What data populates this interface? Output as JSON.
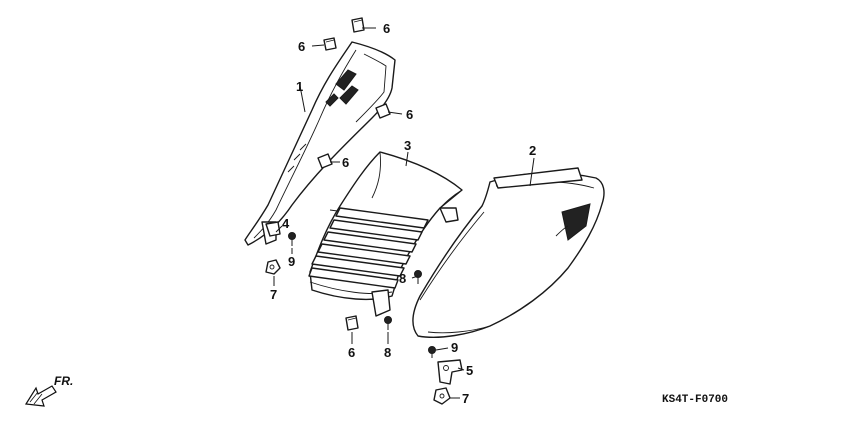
{
  "diagram": {
    "code": "KS4T-F0700",
    "direction_label": "FR.",
    "callouts": [
      "1",
      "2",
      "3",
      "4",
      "5",
      "6",
      "6",
      "6",
      "6",
      "6",
      "7",
      "7",
      "8",
      "8",
      "9",
      "9"
    ],
    "icons": {
      "direction": "front-arrow-icon"
    }
  }
}
